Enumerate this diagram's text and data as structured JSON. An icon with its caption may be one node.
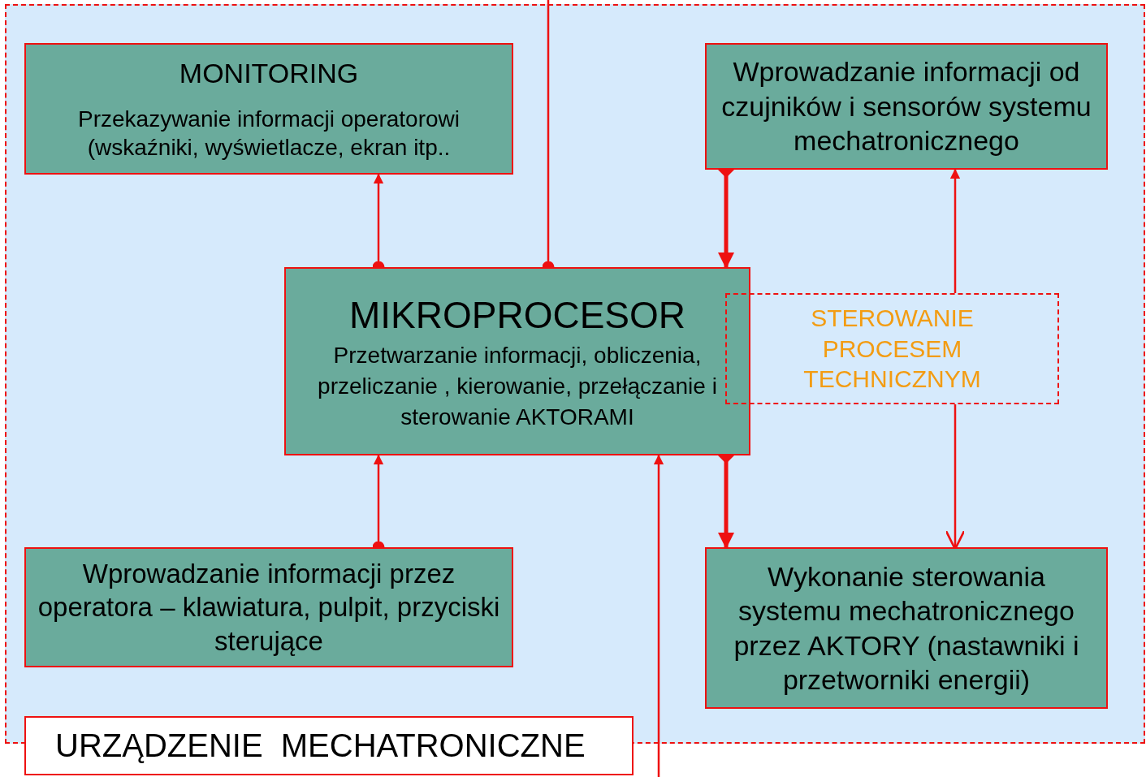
{
  "diagram": {
    "nodes": [
      {
        "text": [
          "URZĄDZENIE  MECHATRONICZNE"
        ]
      },
      {
        "text": [
          "MONITORING",
          "Przekazywanie informacji operatorowi (wskaźniki, wyświetlacze, ekran itp.."
        ],
        "in": 0
      },
      {
        "text": [
          "Wprowadzanie informacji od czujników i sensorów systemu mechatronicznego"
        ],
        "in": 0
      },
      {
        "text": [
          "MIKROPROCESOR",
          "Przetwarzanie informacji, obliczenia, przeliczanie , kierowanie, przełączanie i sterowanie AKTORAMI"
        ],
        "in": 0
      },
      {
        "text": [
          "STEROWANIE PROCESEM TECHNICZNYM"
        ],
        "in": 0
      },
      {
        "text": [
          "Wprowadzanie informacji przez operatora – klawiatura, pulpit, przyciski sterujące"
        ],
        "in": 0
      },
      {
        "text": [
          "Wykonanie sterowania systemu mechatronicznego przez AKTORY (nastawniki i przetworniki energii)"
        ],
        "in": 0
      }
    ],
    "edges": [
      {
        "from": null,
        "to": 3,
        "arrow": "other"
      },
      {
        "from": 3,
        "to": 1,
        "arrow": "to"
      },
      {
        "from": 2,
        "to": 3,
        "arrow": "to",
        "style": "thick"
      },
      {
        "from": 4,
        "to": 2,
        "arrow": "to"
      },
      {
        "from": 5,
        "to": 3,
        "arrow": "to"
      },
      {
        "from": 3,
        "to": 6,
        "arrow": "to",
        "style": "thick"
      },
      {
        "from": 4,
        "to": 6,
        "arrow": "to"
      },
      {
        "from": null,
        "to": 3,
        "arrow": "to"
      }
    ]
  }
}
